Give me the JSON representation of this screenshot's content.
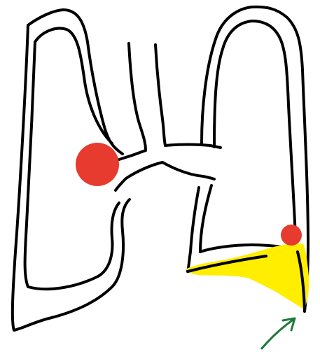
{
  "diagram": {
    "subject": "lungs-sketch",
    "colors": {
      "background": "#ffffff",
      "outline": "#000000",
      "lesion": "#e63b2e",
      "fluid": "#ffee00",
      "arrow": "#1f7a3a"
    },
    "shapes": [
      {
        "kind": "lung-outline",
        "side": "right"
      },
      {
        "kind": "lung-outline",
        "side": "left"
      },
      {
        "kind": "trachea"
      },
      {
        "kind": "bronchi"
      },
      {
        "kind": "lesion",
        "color_key": "lesion",
        "location": "right-lung-hilum"
      },
      {
        "kind": "lesion",
        "color_key": "lesion",
        "location": "left-lung-base"
      },
      {
        "kind": "fluid-collection",
        "color_key": "fluid",
        "location": "left-costophrenic-angle"
      },
      {
        "kind": "arrow",
        "color_key": "arrow",
        "points_to": "left-costophrenic-angle"
      }
    ]
  }
}
